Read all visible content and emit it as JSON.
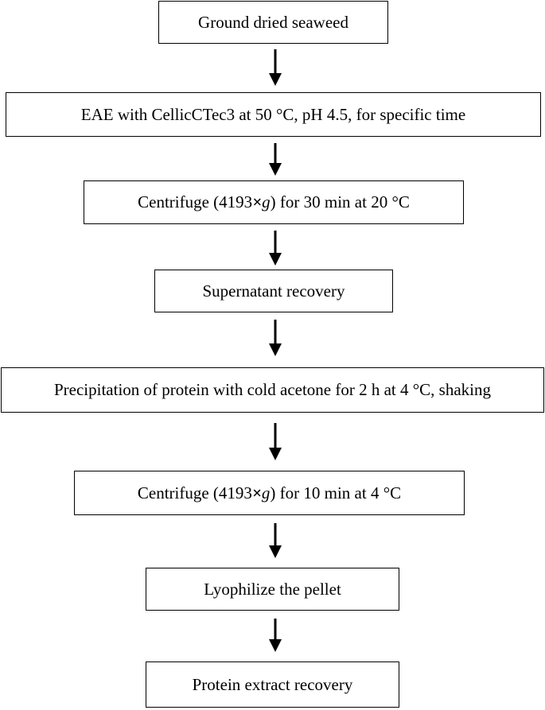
{
  "steps": [
    {
      "text": "Ground dried seaweed"
    },
    {
      "text": "EAE with CellicCTec3 at 50 °C, pH 4.5, for specific time"
    },
    {
      "pre": "Centrifuge (4193 ",
      "x": "×",
      "g": "g",
      "post": ") for 30 min at 20 °C"
    },
    {
      "text": "Supernatant recovery"
    },
    {
      "text": "Precipitation of protein with cold acetone for 2 h at 4 °C, shaking"
    },
    {
      "pre": "Centrifuge (4193 ",
      "x": "×",
      "g": "g",
      "post": ") for 10 min at 4 °C"
    },
    {
      "text": "Lyophilize the pellet"
    },
    {
      "text": "Protein extract recovery"
    }
  ],
  "colors": {
    "stroke": "#000000",
    "background": "#ffffff"
  }
}
